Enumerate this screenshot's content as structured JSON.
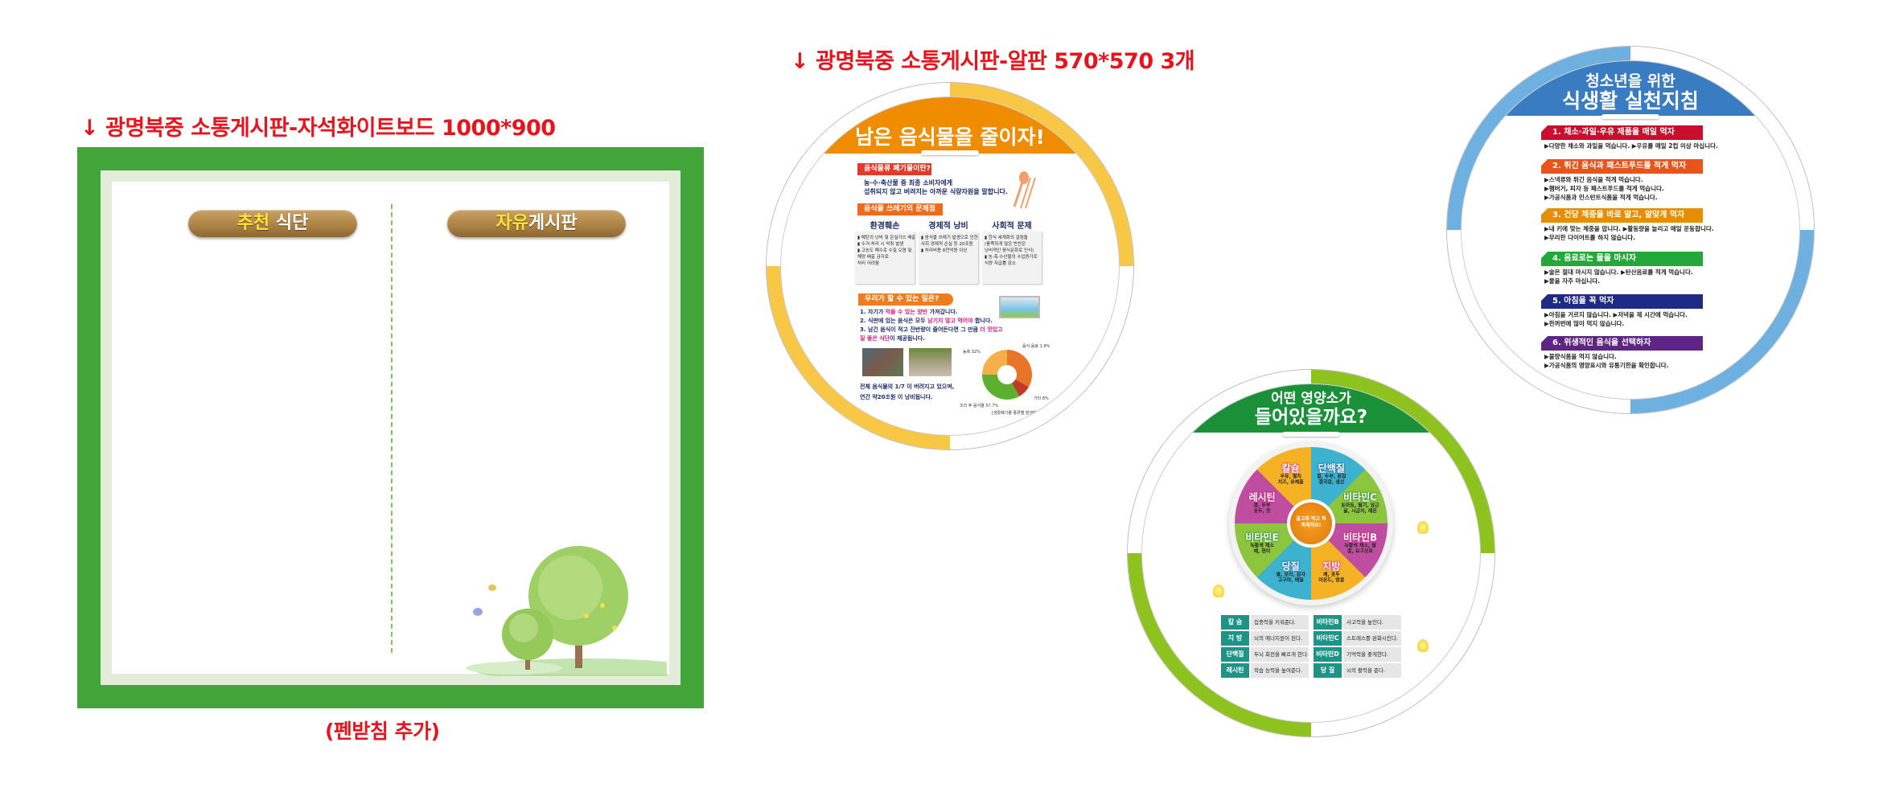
{
  "captions": {
    "whiteboard": "↓ 광명북중 소통게시판-자석화이트보드 1000*900",
    "round_boards": "↓ 광명북중 소통게시판-알판 570*570 3개",
    "pen_tray": "(펜받침 추가)"
  },
  "whiteboard": {
    "left_plate": {
      "highlight": "추천",
      "rest": " 식단"
    },
    "right_plate": {
      "highlight": "자유",
      "rest": "게시판"
    },
    "colors": {
      "frame": "#42a53a",
      "mat": "#e2ecd8"
    }
  },
  "board_food_waste": {
    "title": "남은 음식물을 줄이자!",
    "section1": {
      "label": "음식물류 폐기물이란?",
      "lines": [
        "농·수·축산물 중 최종 소비자에게",
        "섭취되지 않고 버려지는 아까운 식량자원을 말합니다."
      ]
    },
    "section2": {
      "label": "음식물 쓰레기의 문제점",
      "columns": [
        {
          "title": "환경훼손",
          "lines": [
            "▮ 메탄의 낭비 및 온실가스 배출",
            "▮ 수거·처리 시 악취 발생",
            "▮ 고농도 폐수로 수질 오염 및",
            "   해양 배출 금지로",
            "   처리 어려움"
          ]
        },
        {
          "title": "경제적 낭비",
          "lines": [
            "▮ 음식물 쓰레기 발생으로 인한",
            "   사회 경제적 손실 등 20조원",
            "▮ 처리비용 8천억원 이상"
          ]
        },
        {
          "title": "사회적 문제",
          "lines": [
            "▮ 한식 세계화의 걸림돌",
            "  (풍족하게 많은 반찬은",
            "   낭비적인 음식문화로 인식)",
            "▮ 농·축·수산물의 수입증가로",
            "   식량 자급률 감소"
          ]
        }
      ]
    },
    "section3": {
      "label": "우리가 할 수 있는 일은?",
      "items": [
        {
          "pre": "1. 자기가 ",
          "em": "먹을 수 있는 양만",
          "post": " 가져갑니다."
        },
        {
          "pre": "2. 식판에 있는 음식은 모두 ",
          "em": "남기지 않고 먹어야",
          "post": " 합니다."
        },
        {
          "pre": "3. 남긴 음식이 적고 잔반량이 줄어든다면 그 만큼 ",
          "em": "더 맛있고",
          "post": ""
        },
        {
          "pre": "   ",
          "em": "질 좋은 식단",
          "post": "이 제공됩니다."
        }
      ]
    },
    "footer_lines": [
      "전체 음식물의 1/7 이 버려지고 있으며,",
      "연간 약20조원 이 낭비됩니다."
    ],
    "chart_caption": "[생활폐기물 종류별 발생량]",
    "chart_labels": [
      "농축 32%",
      "음식·음료 1.9%",
      "조리 후 음식물 57.7%",
      "기타 8%"
    ],
    "colors": {
      "band": "#f08c00",
      "ring": "#f8c745",
      "tag_red": "#e23a2a",
      "tag_orange": "#f06a1c",
      "emphasis": "#e0157a"
    }
  },
  "board_guidelines": {
    "title_line1": "청소년을 위한",
    "title_line2": "식생활 실천지침",
    "items": [
      {
        "heading": "1. 채소·과일·우유 제품을 매일 먹자",
        "color": "#c8102e",
        "bullet": "#f07a00",
        "lines": [
          "▶다양한 채소와 과일을 먹습니다. ▶우유를 매일 2컵 이상 마십니다."
        ]
      },
      {
        "heading": "2. 튀긴 음식과 패스트푸드를 적게 먹자",
        "color": "#e8541a",
        "bullet": "#f49a70",
        "lines": [
          "▶스낵류와 튀긴 음식을 적게 먹습니다.",
          "▶햄버거, 피자 등 패스트푸드를 적게 먹습니다.",
          "▶가공식품과 인스턴트식품을 적게 먹습니다."
        ]
      },
      {
        "heading": "3. 건당 체중을 바로 알고, 알맞게 먹자",
        "color": "#e58e00",
        "bullet": "#f2c200",
        "lines": [
          "▶내 키에 맞는 체중을 압니다. ▶활동량을 늘리고 매일 운동합니다.",
          "▶무리한 다이어트를 하지 않습니다."
        ]
      },
      {
        "heading": "4. 음료로는 물을 마시자",
        "color": "#25a83a",
        "bullet": "#9ccc2a",
        "lines": [
          "▶술은 절대 마시지 않습니다. ▶탄산음료를 적게 먹습니다.",
          "▶물을 자주 마십니다."
        ]
      },
      {
        "heading": "5. 아침을 꼭 먹자",
        "color": "#1f2a85",
        "bullet": "#5bb6e8",
        "lines": [
          "▶아침을 거르지 않습니다. ▶저녁을 제 시간에 먹습니다.",
          "▶한꺼번에 많이 먹지 않습니다."
        ]
      },
      {
        "heading": "6. 위생적인 음식을 선택하자",
        "color": "#5f2585",
        "bullet": "#a07cc0",
        "lines": [
          "▶불량식품을 먹지 않습니다.",
          "▶가공식품의 영양표시와 유통기한을 확인합니다."
        ]
      }
    ],
    "colors": {
      "band": "#3a7cc2",
      "ring": "#6eb0e0"
    }
  },
  "board_nutrients": {
    "title_line1": "어떤 영양소가",
    "title_line2": "들어있을까요?",
    "hub": "골고루 먹고 똑똑해져요!",
    "wheel": [
      {
        "name": "단백질",
        "foods": [
          "콩, 두부, 된장",
          "청국장, 생선"
        ]
      },
      {
        "name": "비타민C",
        "foods": [
          "토마토, 딸기, 당근",
          "귤, 시금치, 레몬"
        ]
      },
      {
        "name": "비타민B",
        "foods": [
          "녹황색 채소, 딸",
          "콩, 요구르트"
        ]
      },
      {
        "name": "지방",
        "foods": [
          "깨, 호두",
          "아몬드, 땅콩"
        ]
      },
      {
        "name": "당질",
        "foods": [
          "쌀, 보리, 감자",
          "고구마, 메밀"
        ]
      },
      {
        "name": "비타민E",
        "foods": [
          "녹황색 채소",
          "깨, 현미"
        ]
      },
      {
        "name": "레시틴",
        "foods": [
          "콩, 두부",
          "호두, 잣"
        ]
      },
      {
        "name": "칼슘",
        "foods": [
          "우유, 멸치",
          "치즈, 유제품"
        ]
      }
    ],
    "table": [
      [
        {
          "k": "칼 슘",
          "v": "집중력을 키워준다."
        },
        {
          "k": "비타민B",
          "v": "사고력을 높인다."
        }
      ],
      [
        {
          "k": "지 방",
          "v": "뇌의 에너지원이 된다."
        },
        {
          "k": "비타민C",
          "v": "스트레스를 완화시킨다."
        }
      ],
      [
        {
          "k": "단백질",
          "v": "두뇌 회전을 빠르게 한다."
        },
        {
          "k": "비타민D",
          "v": "기억력을 좋게한다."
        }
      ],
      [
        {
          "k": "레시틴",
          "v": "학습 능력을 높여준다."
        },
        {
          "k": "당 질",
          "v": "뇌의 활력을 준다."
        }
      ]
    ],
    "colors": {
      "band": "#1a9038",
      "ring": "#8dc21f"
    }
  }
}
